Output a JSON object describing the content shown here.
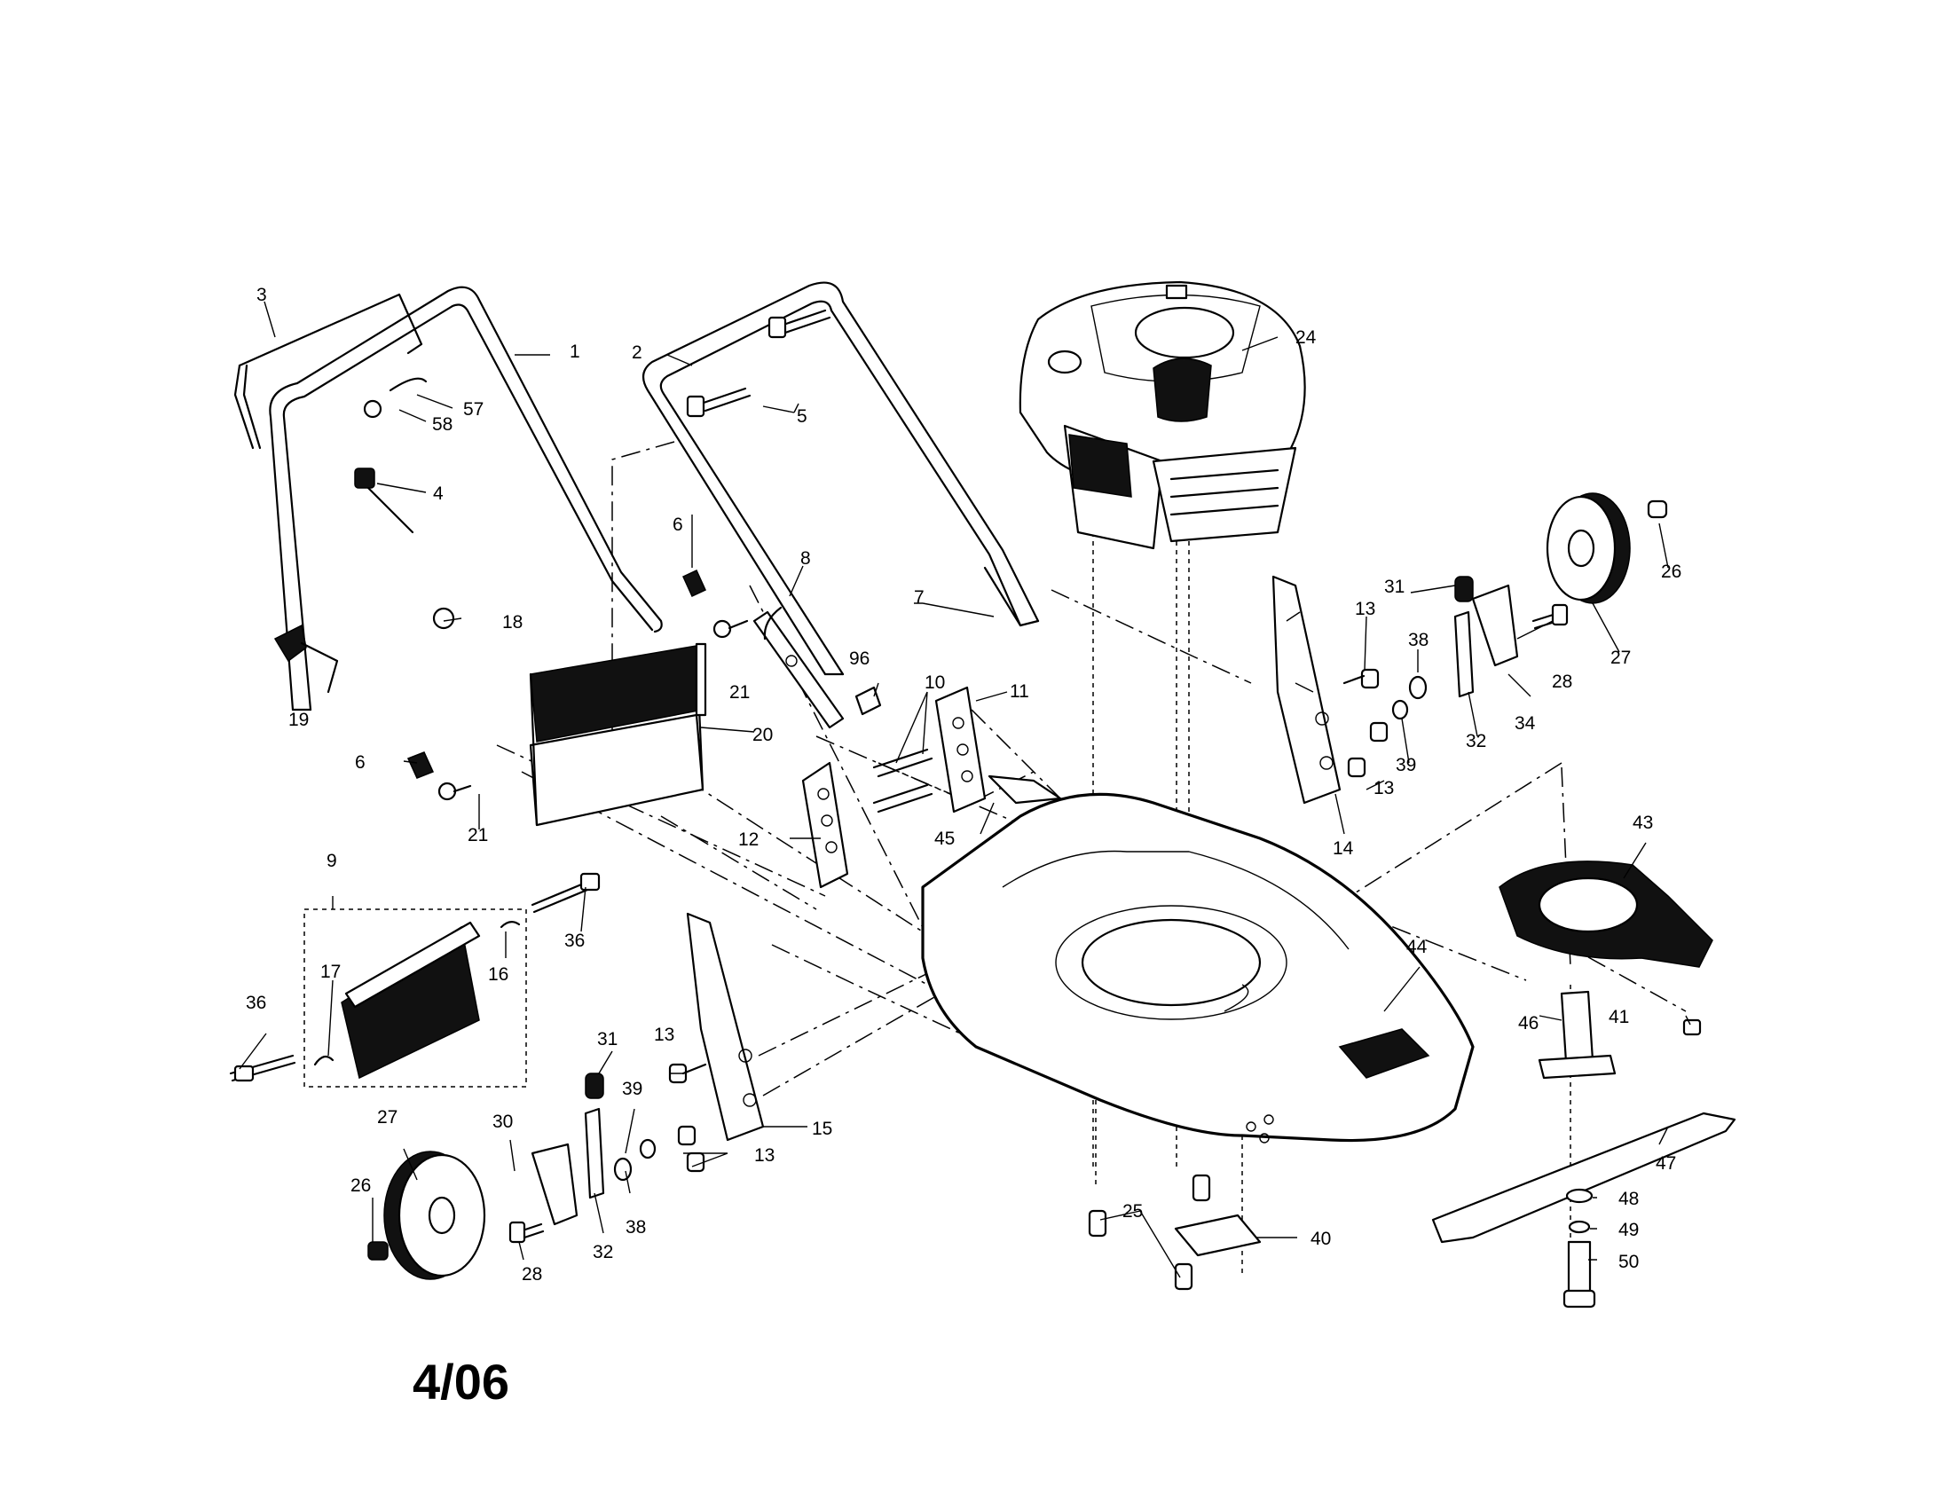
{
  "diagram": {
    "date_label": "4/06",
    "callouts": [
      {
        "id": "c3",
        "text": "3"
      },
      {
        "id": "c1",
        "text": "1"
      },
      {
        "id": "c2",
        "text": "2"
      },
      {
        "id": "c24",
        "text": "24"
      },
      {
        "id": "c57",
        "text": "57"
      },
      {
        "id": "c58",
        "text": "58"
      },
      {
        "id": "c5",
        "text": "5"
      },
      {
        "id": "c4",
        "text": "4"
      },
      {
        "id": "c6a",
        "text": "6"
      },
      {
        "id": "c8",
        "text": "8"
      },
      {
        "id": "c18",
        "text": "18"
      },
      {
        "id": "c7",
        "text": "7"
      },
      {
        "id": "c31a",
        "text": "31"
      },
      {
        "id": "c26a",
        "text": "26"
      },
      {
        "id": "c13a",
        "text": "13"
      },
      {
        "id": "c38a",
        "text": "38"
      },
      {
        "id": "c21a",
        "text": "21"
      },
      {
        "id": "c96",
        "text": "96"
      },
      {
        "id": "c10",
        "text": "10"
      },
      {
        "id": "c11",
        "text": "11"
      },
      {
        "id": "c27a",
        "text": "27"
      },
      {
        "id": "c28a",
        "text": "28"
      },
      {
        "id": "c19",
        "text": "19"
      },
      {
        "id": "c20",
        "text": "20"
      },
      {
        "id": "c34",
        "text": "34"
      },
      {
        "id": "c32a",
        "text": "32"
      },
      {
        "id": "c39a",
        "text": "39"
      },
      {
        "id": "c6b",
        "text": "6"
      },
      {
        "id": "c13b",
        "text": "13"
      },
      {
        "id": "c12",
        "text": "12"
      },
      {
        "id": "c45",
        "text": "45"
      },
      {
        "id": "c21b",
        "text": "21"
      },
      {
        "id": "c14",
        "text": "14"
      },
      {
        "id": "c43",
        "text": "43"
      },
      {
        "id": "c9",
        "text": "9"
      },
      {
        "id": "c36a",
        "text": "36"
      },
      {
        "id": "c17",
        "text": "17"
      },
      {
        "id": "c16",
        "text": "16"
      },
      {
        "id": "c44",
        "text": "44"
      },
      {
        "id": "c36b",
        "text": "36"
      },
      {
        "id": "c41",
        "text": "41"
      },
      {
        "id": "c46",
        "text": "46"
      },
      {
        "id": "c31b",
        "text": "31"
      },
      {
        "id": "c13c",
        "text": "13"
      },
      {
        "id": "c39b",
        "text": "39"
      },
      {
        "id": "c15",
        "text": "15"
      },
      {
        "id": "c27b",
        "text": "27"
      },
      {
        "id": "c30",
        "text": "30"
      },
      {
        "id": "c13d",
        "text": "13"
      },
      {
        "id": "c47",
        "text": "47"
      },
      {
        "id": "c26b",
        "text": "26"
      },
      {
        "id": "c38b",
        "text": "38"
      },
      {
        "id": "c25",
        "text": "25"
      },
      {
        "id": "c48",
        "text": "48"
      },
      {
        "id": "c40",
        "text": "40"
      },
      {
        "id": "c49",
        "text": "49"
      },
      {
        "id": "c28b",
        "text": "28"
      },
      {
        "id": "c32b",
        "text": "32"
      },
      {
        "id": "c50",
        "text": "50"
      }
    ]
  }
}
